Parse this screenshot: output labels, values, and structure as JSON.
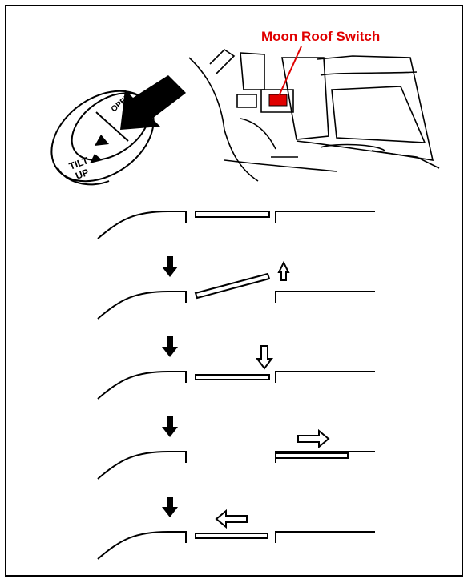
{
  "callout": {
    "label": "Moon Roof Switch",
    "color": "#e00000"
  },
  "switch": {
    "tilt_label_1": "TILT",
    "tilt_label_2": "UP",
    "top_label": "OPEN"
  },
  "sequence": [
    {
      "step": "closed",
      "press_arrow": false,
      "motion": "none"
    },
    {
      "step": "tilt-up",
      "press_arrow": true,
      "motion": "up"
    },
    {
      "step": "tilt-down",
      "press_arrow": true,
      "motion": "down"
    },
    {
      "step": "slide-open",
      "press_arrow": true,
      "motion": "right"
    },
    {
      "step": "slide-close",
      "press_arrow": true,
      "motion": "left"
    }
  ]
}
